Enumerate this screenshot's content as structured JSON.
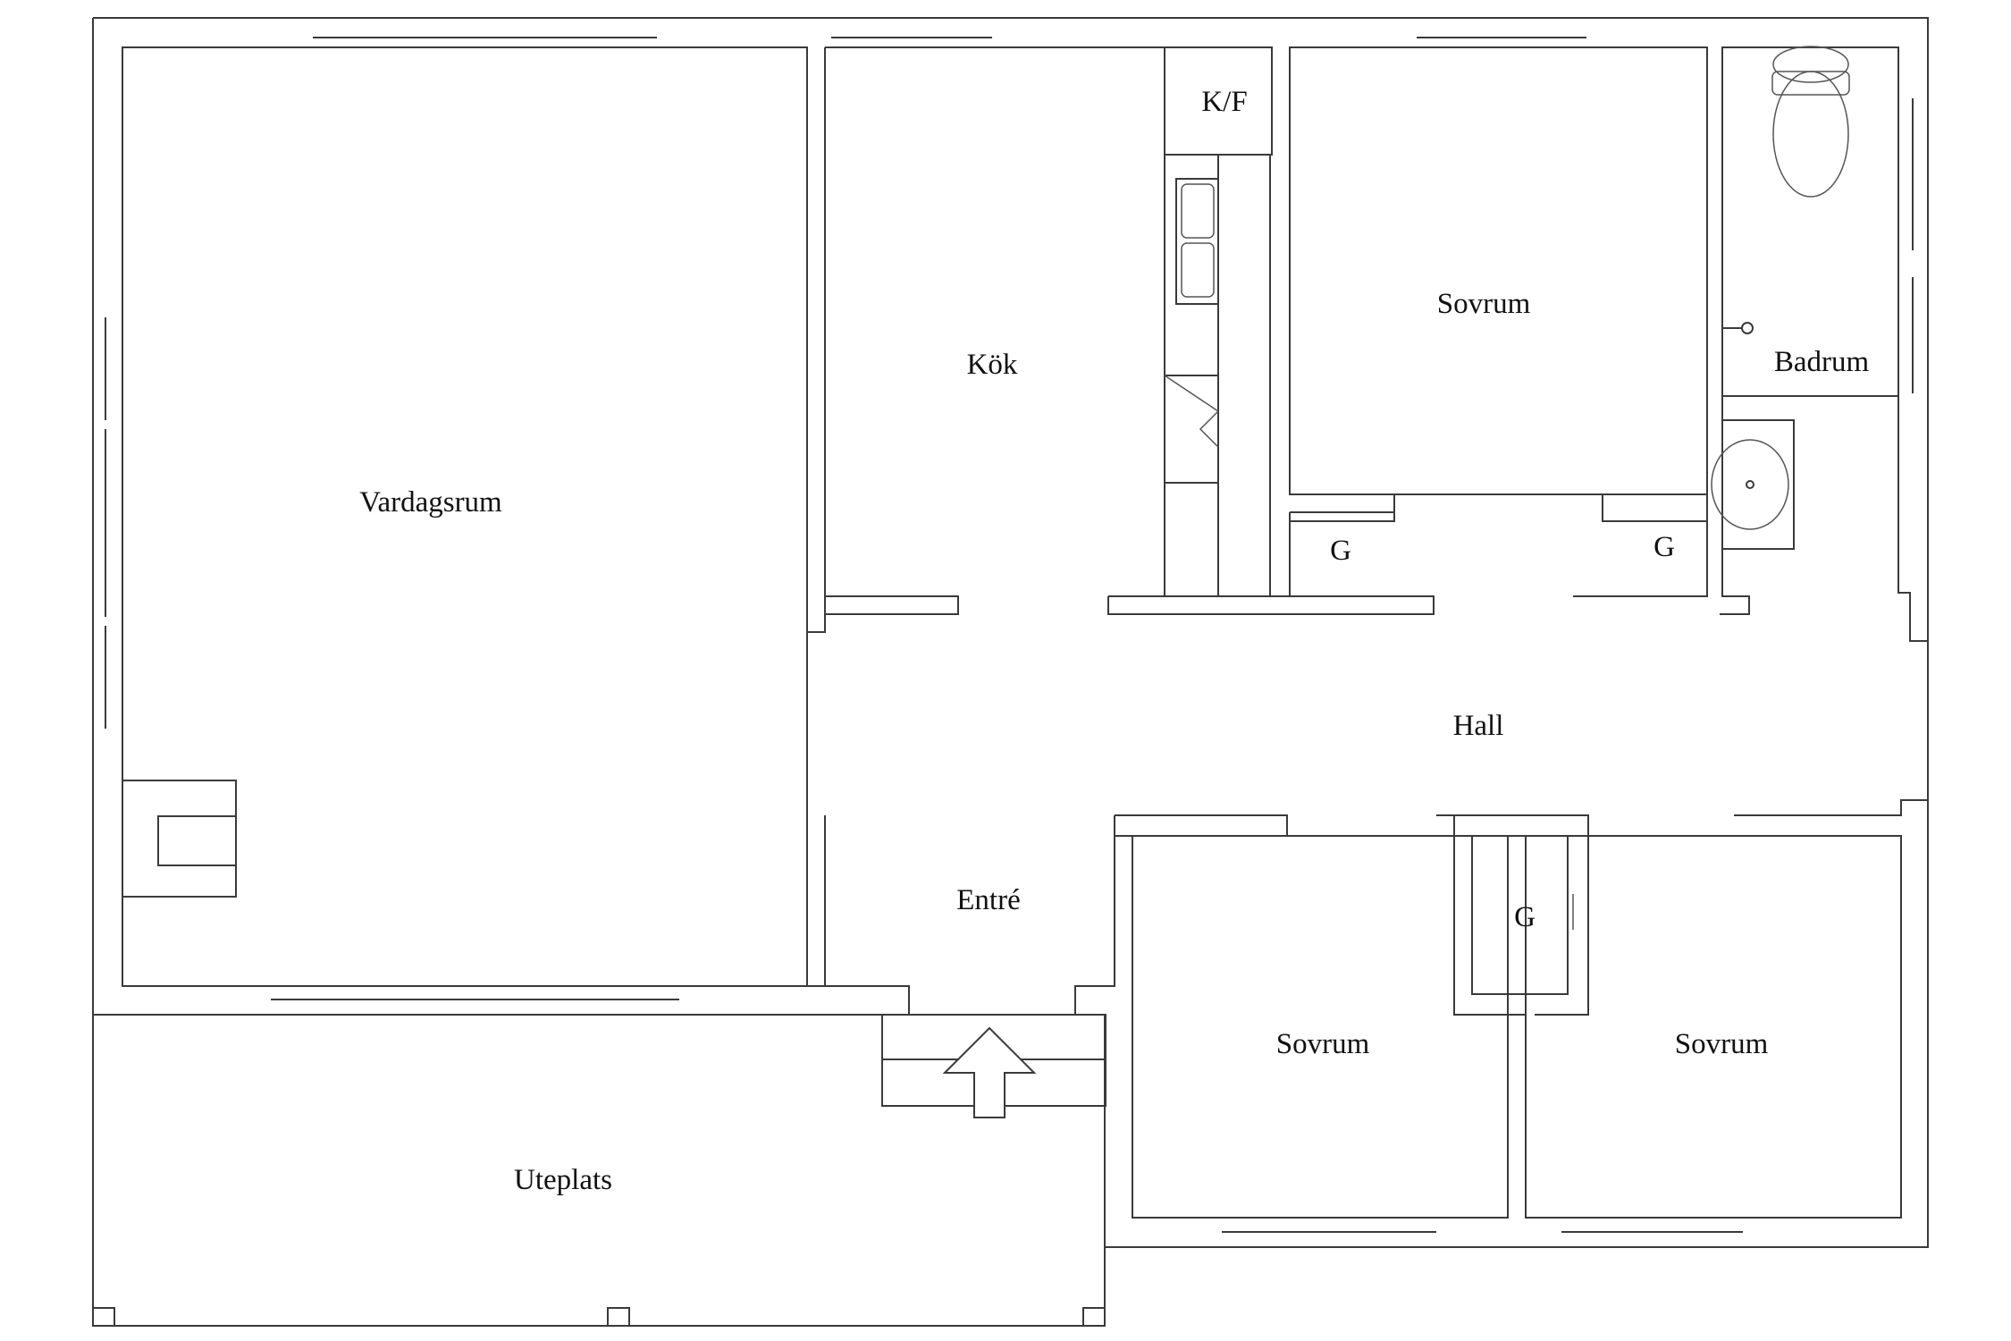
{
  "floorplan": {
    "rooms": {
      "vardagsrum": "Vardagsrum",
      "kok": "Kök",
      "kf": "K/F",
      "sovrum_top": "Sovrum",
      "badrum": "Badrum",
      "closet_1": "G",
      "closet_2": "G",
      "hall": "Hall",
      "entre": "Entré",
      "closet_3": "G",
      "sovrum_bottom_left": "Sovrum",
      "sovrum_bottom_right": "Sovrum",
      "uteplats": "Uteplats"
    },
    "colors": {
      "line": "#3a3a3a",
      "background": "#ffffff",
      "text": "#111111"
    }
  }
}
